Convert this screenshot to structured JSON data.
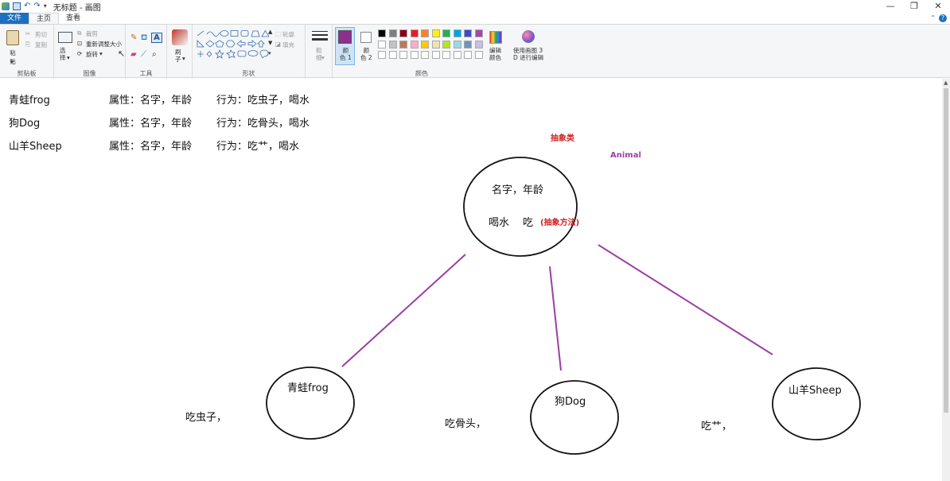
{
  "window": {
    "title": "无标题 - 画图"
  },
  "tabs": {
    "file": "文件",
    "home": "主页",
    "view": "查看"
  },
  "clipboard": {
    "paste": "粘贴",
    "cut": "剪切",
    "copy": "复制",
    "group_label": "剪贴板"
  },
  "image": {
    "select": "选\n择",
    "crop": "裁剪",
    "resize": "重新调整大小",
    "rotate": "旋转",
    "group_label": "图像"
  },
  "tools": {
    "group_label": "工具"
  },
  "brush": {
    "label": "刷\n子"
  },
  "shapes": {
    "outline": "轮廓",
    "fill": "填充",
    "group_label": "形状"
  },
  "size": {
    "label": "粗\n细"
  },
  "colors": {
    "color1": "颜\n色 1",
    "color2": "颜\n色 2",
    "edit": "编辑\n颜色",
    "group_label": "颜色",
    "color1_value": "#8e2f8e",
    "palette_row1": [
      "#000000",
      "#7f7f7f",
      "#880015",
      "#ed1c24",
      "#ff7f27",
      "#fff200",
      "#22b14c",
      "#00a2e8",
      "#3f48cc",
      "#a349a4"
    ],
    "palette_row2": [
      "#ffffff",
      "#c3c3c3",
      "#b97a57",
      "#ffaec9",
      "#ffc90e",
      "#efe4b0",
      "#b5e61d",
      "#99d9ea",
      "#7092be",
      "#c8bfe7"
    ]
  },
  "paint3d": {
    "label": "使用画图 3\nD 进行编辑"
  },
  "canvas": {
    "row1": {
      "name": "青蛙frog",
      "attrs": "属性：名字，年龄",
      "behav": "行为：吃虫子，喝水"
    },
    "row2": {
      "name": "狗Dog",
      "attrs": "属性：名字，年龄",
      "behav": "行为：吃骨头，喝水"
    },
    "row3": {
      "name": "山羊Sheep",
      "attrs": "属性：名字，年龄",
      "behav": "行为：吃艹，喝水"
    },
    "abstract_class": "抽象类",
    "animal": "Animal",
    "parent_props": "名字，年龄",
    "parent_drink": "喝水",
    "parent_eat": "吃",
    "abstract_method": "(抽象方法)",
    "frog": "青蛙frog",
    "dog": "狗Dog",
    "sheep": "山羊Sheep",
    "frog_eat": "吃虫子，",
    "dog_eat": "吃骨头，",
    "sheep_eat": "吃艹，",
    "line_color": "#9b3fa3"
  }
}
